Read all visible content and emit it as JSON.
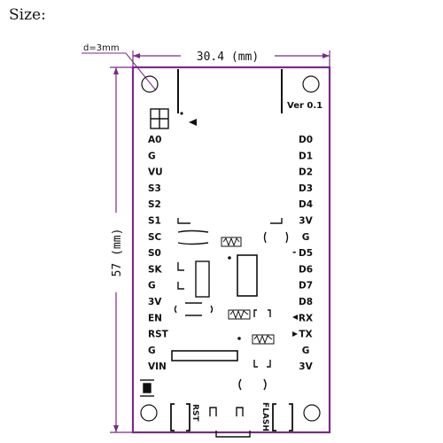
{
  "title": "Size:",
  "dimensions": {
    "width_label": "30.4 (mm)",
    "height_label": "57 (mm)",
    "hole_label": "d=3mm"
  },
  "board": {
    "version": "Ver 0.1",
    "left_pins": [
      "A0",
      "G",
      "VU",
      "S3",
      "S2",
      "S1",
      "SC",
      "S0",
      "SK",
      "G",
      "3V",
      "EN",
      "RST",
      "G",
      "VIN"
    ],
    "right_pins": [
      "D0",
      "D1",
      "D2",
      "D3",
      "D4",
      "3V",
      "G",
      "D5",
      "D6",
      "D7",
      "D8",
      "RX",
      "TX",
      "G",
      "3V"
    ],
    "buttons": {
      "reset": "RST",
      "flash": "FLASH"
    }
  },
  "colors": {
    "board_outline": "#7a2a8a",
    "ink": "#111111"
  }
}
